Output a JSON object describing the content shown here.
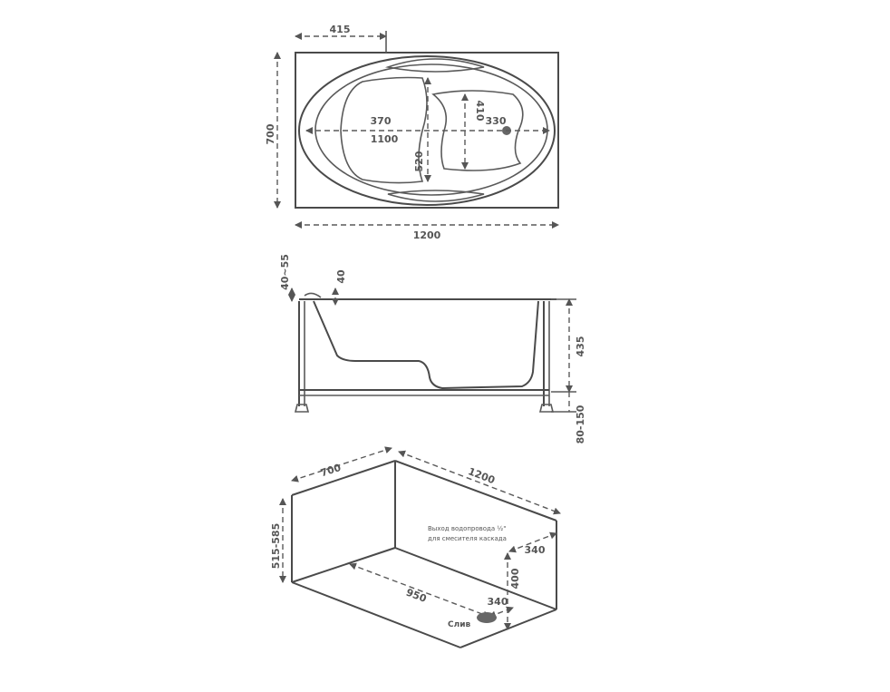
{
  "top_view": {
    "dim_width": "1200",
    "dim_height": "700",
    "dim_offset": "415",
    "dim_inner_length": "1100",
    "dim_seat": "370",
    "dim_foot": "330",
    "dim_narrow": "410",
    "dim_bowl": "520"
  },
  "side_view": {
    "dim_rim": "40~55",
    "dim_lip": "40",
    "dim_depth": "435",
    "dim_legs": "80-150"
  },
  "iso_view": {
    "dim_width": "700",
    "dim_length": "1200",
    "dim_height": "515-585",
    "dim_drain_run": "950",
    "dim_drain_offset": "340",
    "dim_pipe_offset": "340",
    "dim_pipe_height": "400",
    "note_line1": "Выход водопровода ½\"",
    "note_line2": "для смесителя каскада",
    "drain_label": "Слив"
  },
  "colors": {
    "line": "#4a4a4a",
    "text": "#555555",
    "drain": "#666666"
  }
}
